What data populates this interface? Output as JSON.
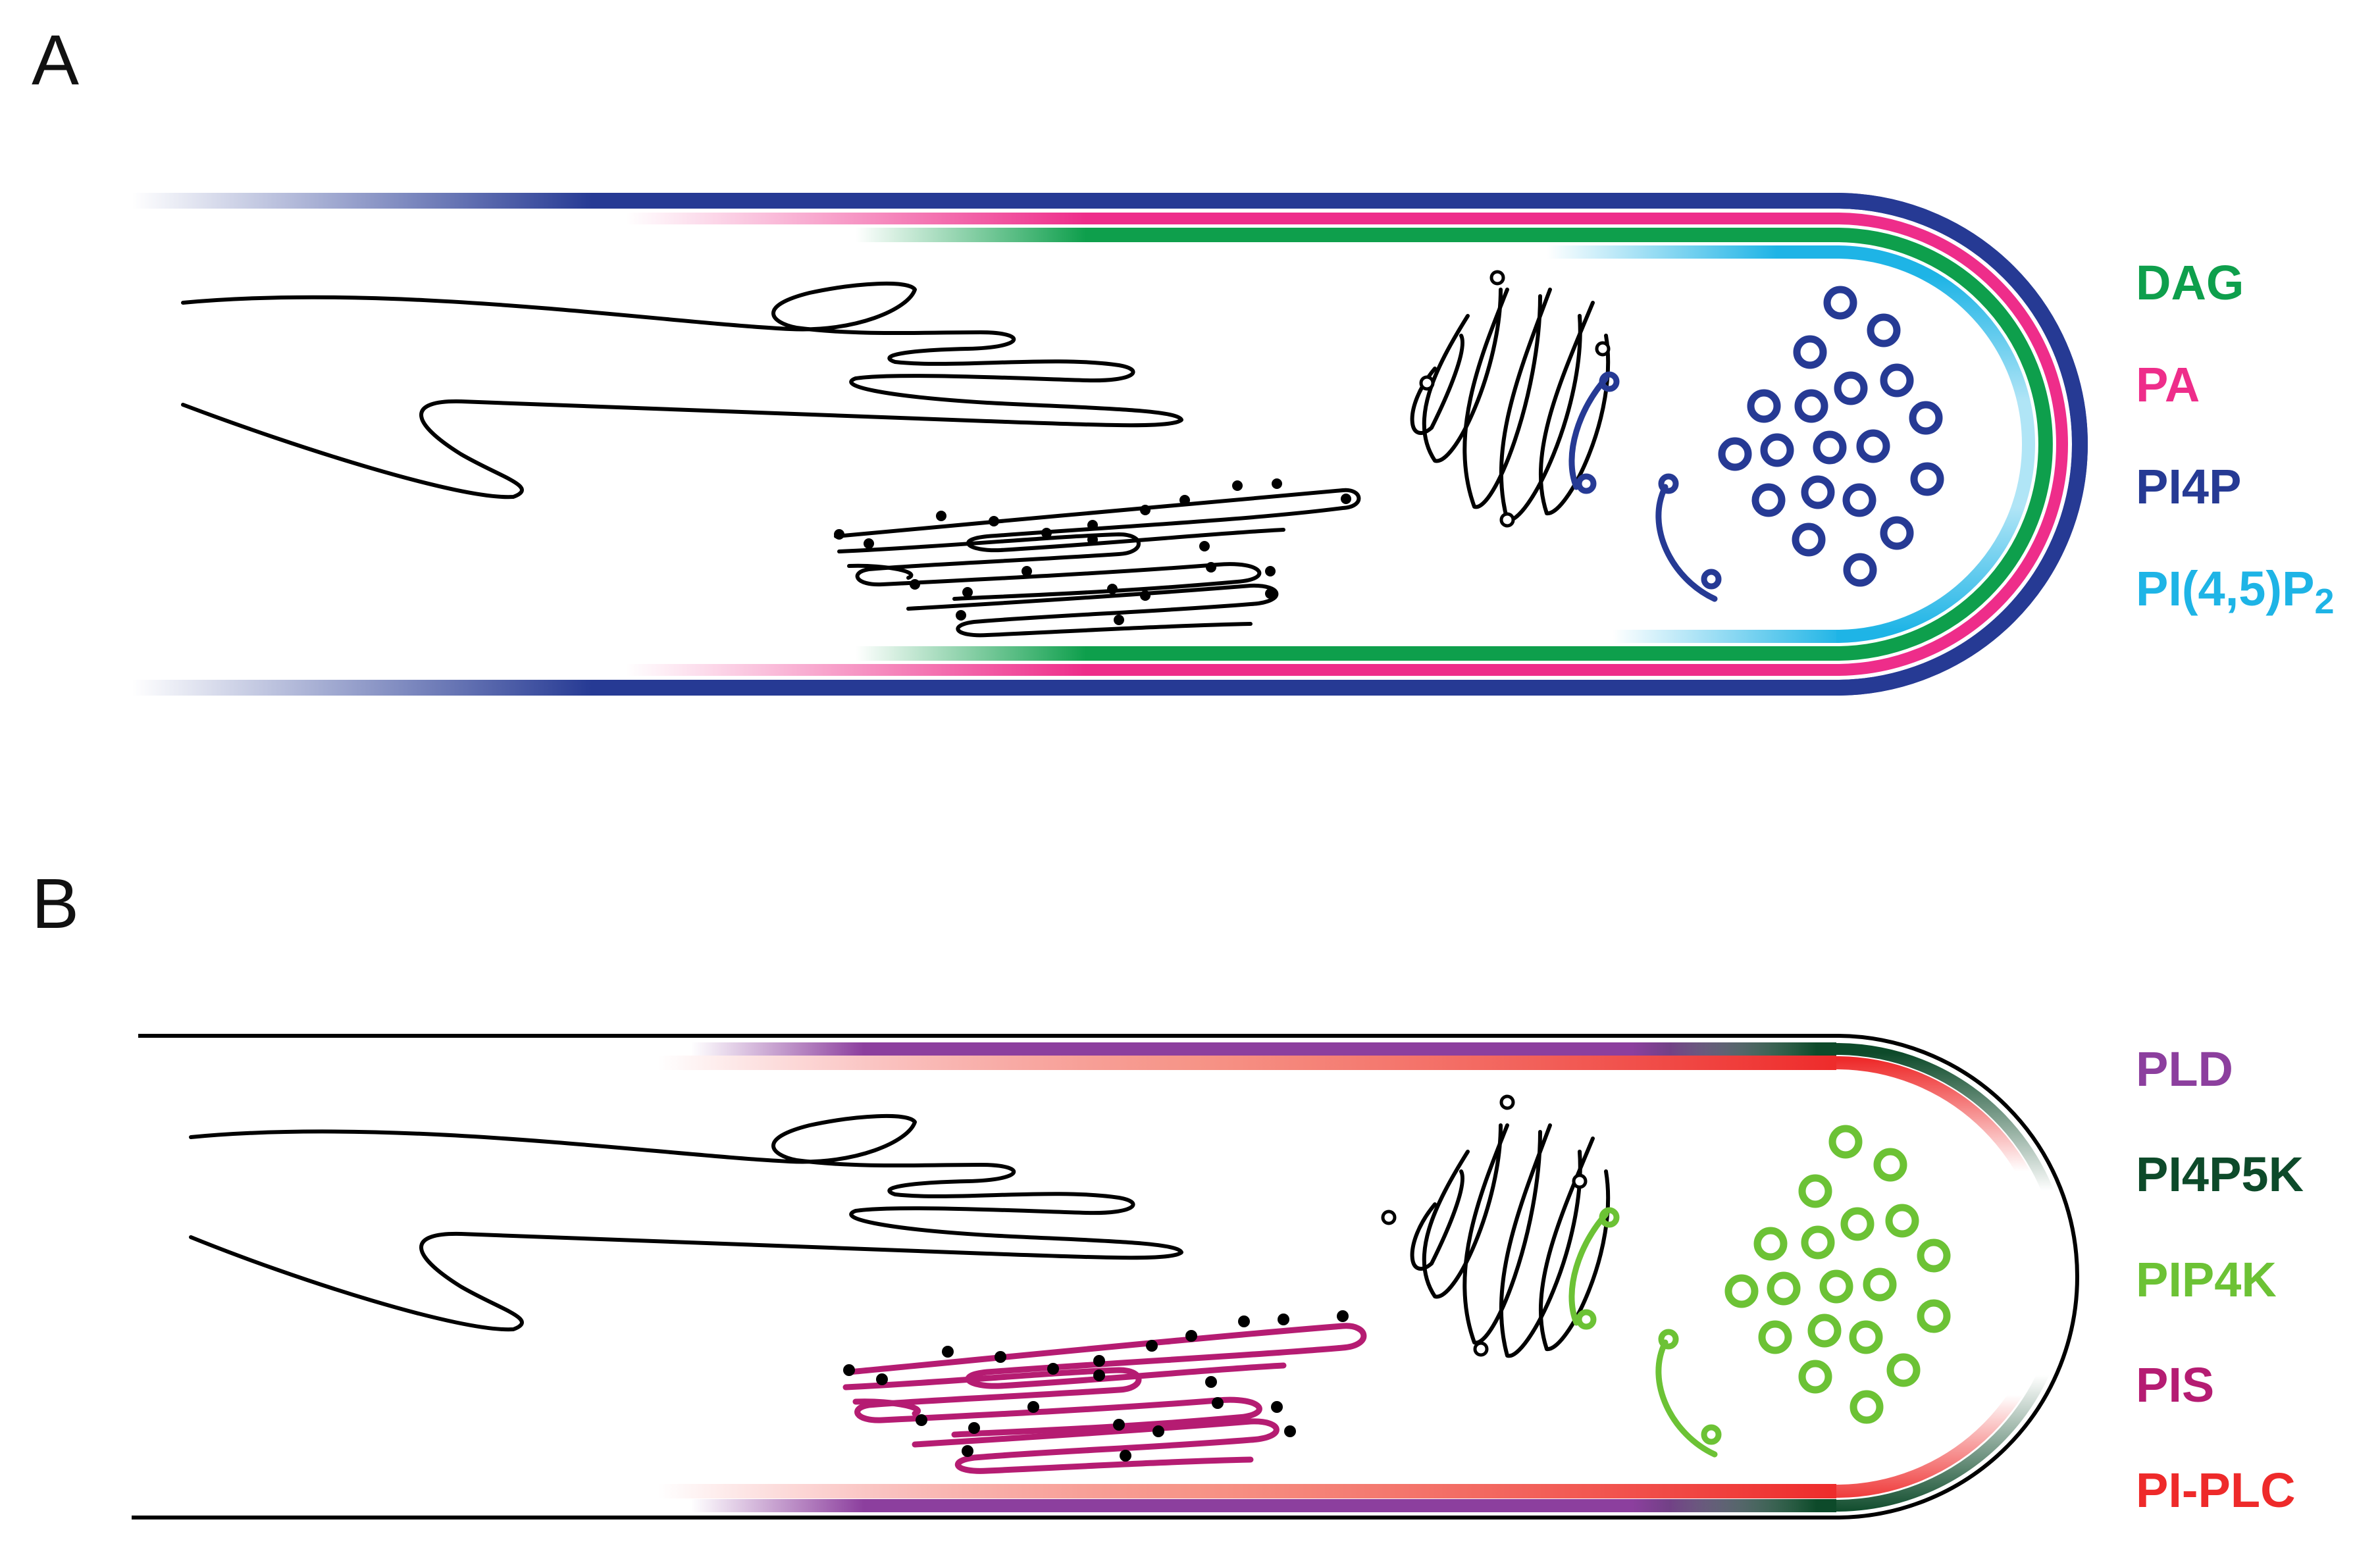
{
  "panels": [
    {
      "letter": "A",
      "legend": [
        {
          "label": "DAG",
          "color": "#0e9f4c"
        },
        {
          "label": "PA",
          "color": "#ee2d8a"
        },
        {
          "label": "PI4P",
          "color": "#263a94"
        },
        {
          "label": "PI(4,5)P",
          "subscript": "2",
          "color": "#1eb4e6"
        }
      ]
    },
    {
      "letter": "B",
      "legend": [
        {
          "label": "PLD",
          "color": "#8c3f9e"
        },
        {
          "label": "PI4P5K",
          "color": "#0d4a2a"
        },
        {
          "label": "PIP4K",
          "color": "#6cc235"
        },
        {
          "label": "PIS",
          "color": "#b51c72"
        },
        {
          "label": "PI-PLC",
          "color": "#ee2a2a"
        }
      ]
    }
  ]
}
